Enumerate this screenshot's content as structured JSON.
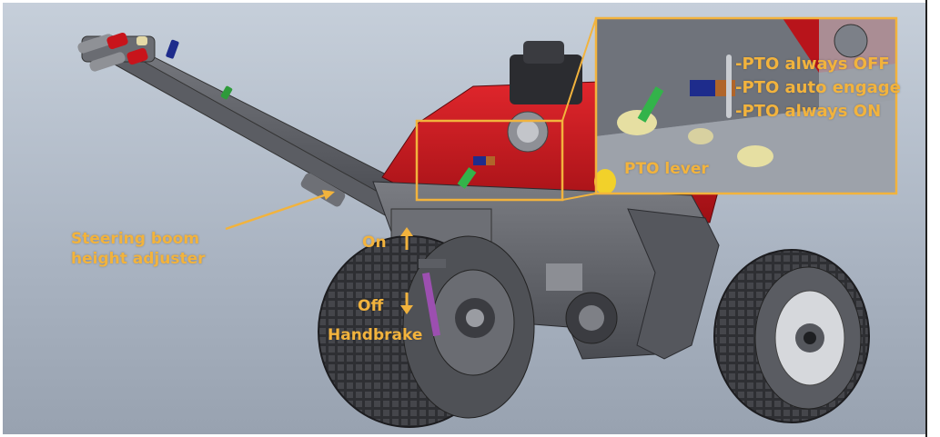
{
  "labels": {
    "steering_line1": "Steering boom",
    "steering_line2": "height adjuster",
    "on": "On",
    "off": "Off",
    "handbrake": "Handbrake",
    "pto_lever": "PTO lever",
    "pto_options": [
      "-PTO always OFF",
      "-PTO auto engage",
      "-PTO always ON"
    ]
  },
  "colors": {
    "callout": "#F2B33D",
    "frame_red": "#C8141B",
    "steel_gray": "#5E6066",
    "background": "#AEB7C4"
  }
}
